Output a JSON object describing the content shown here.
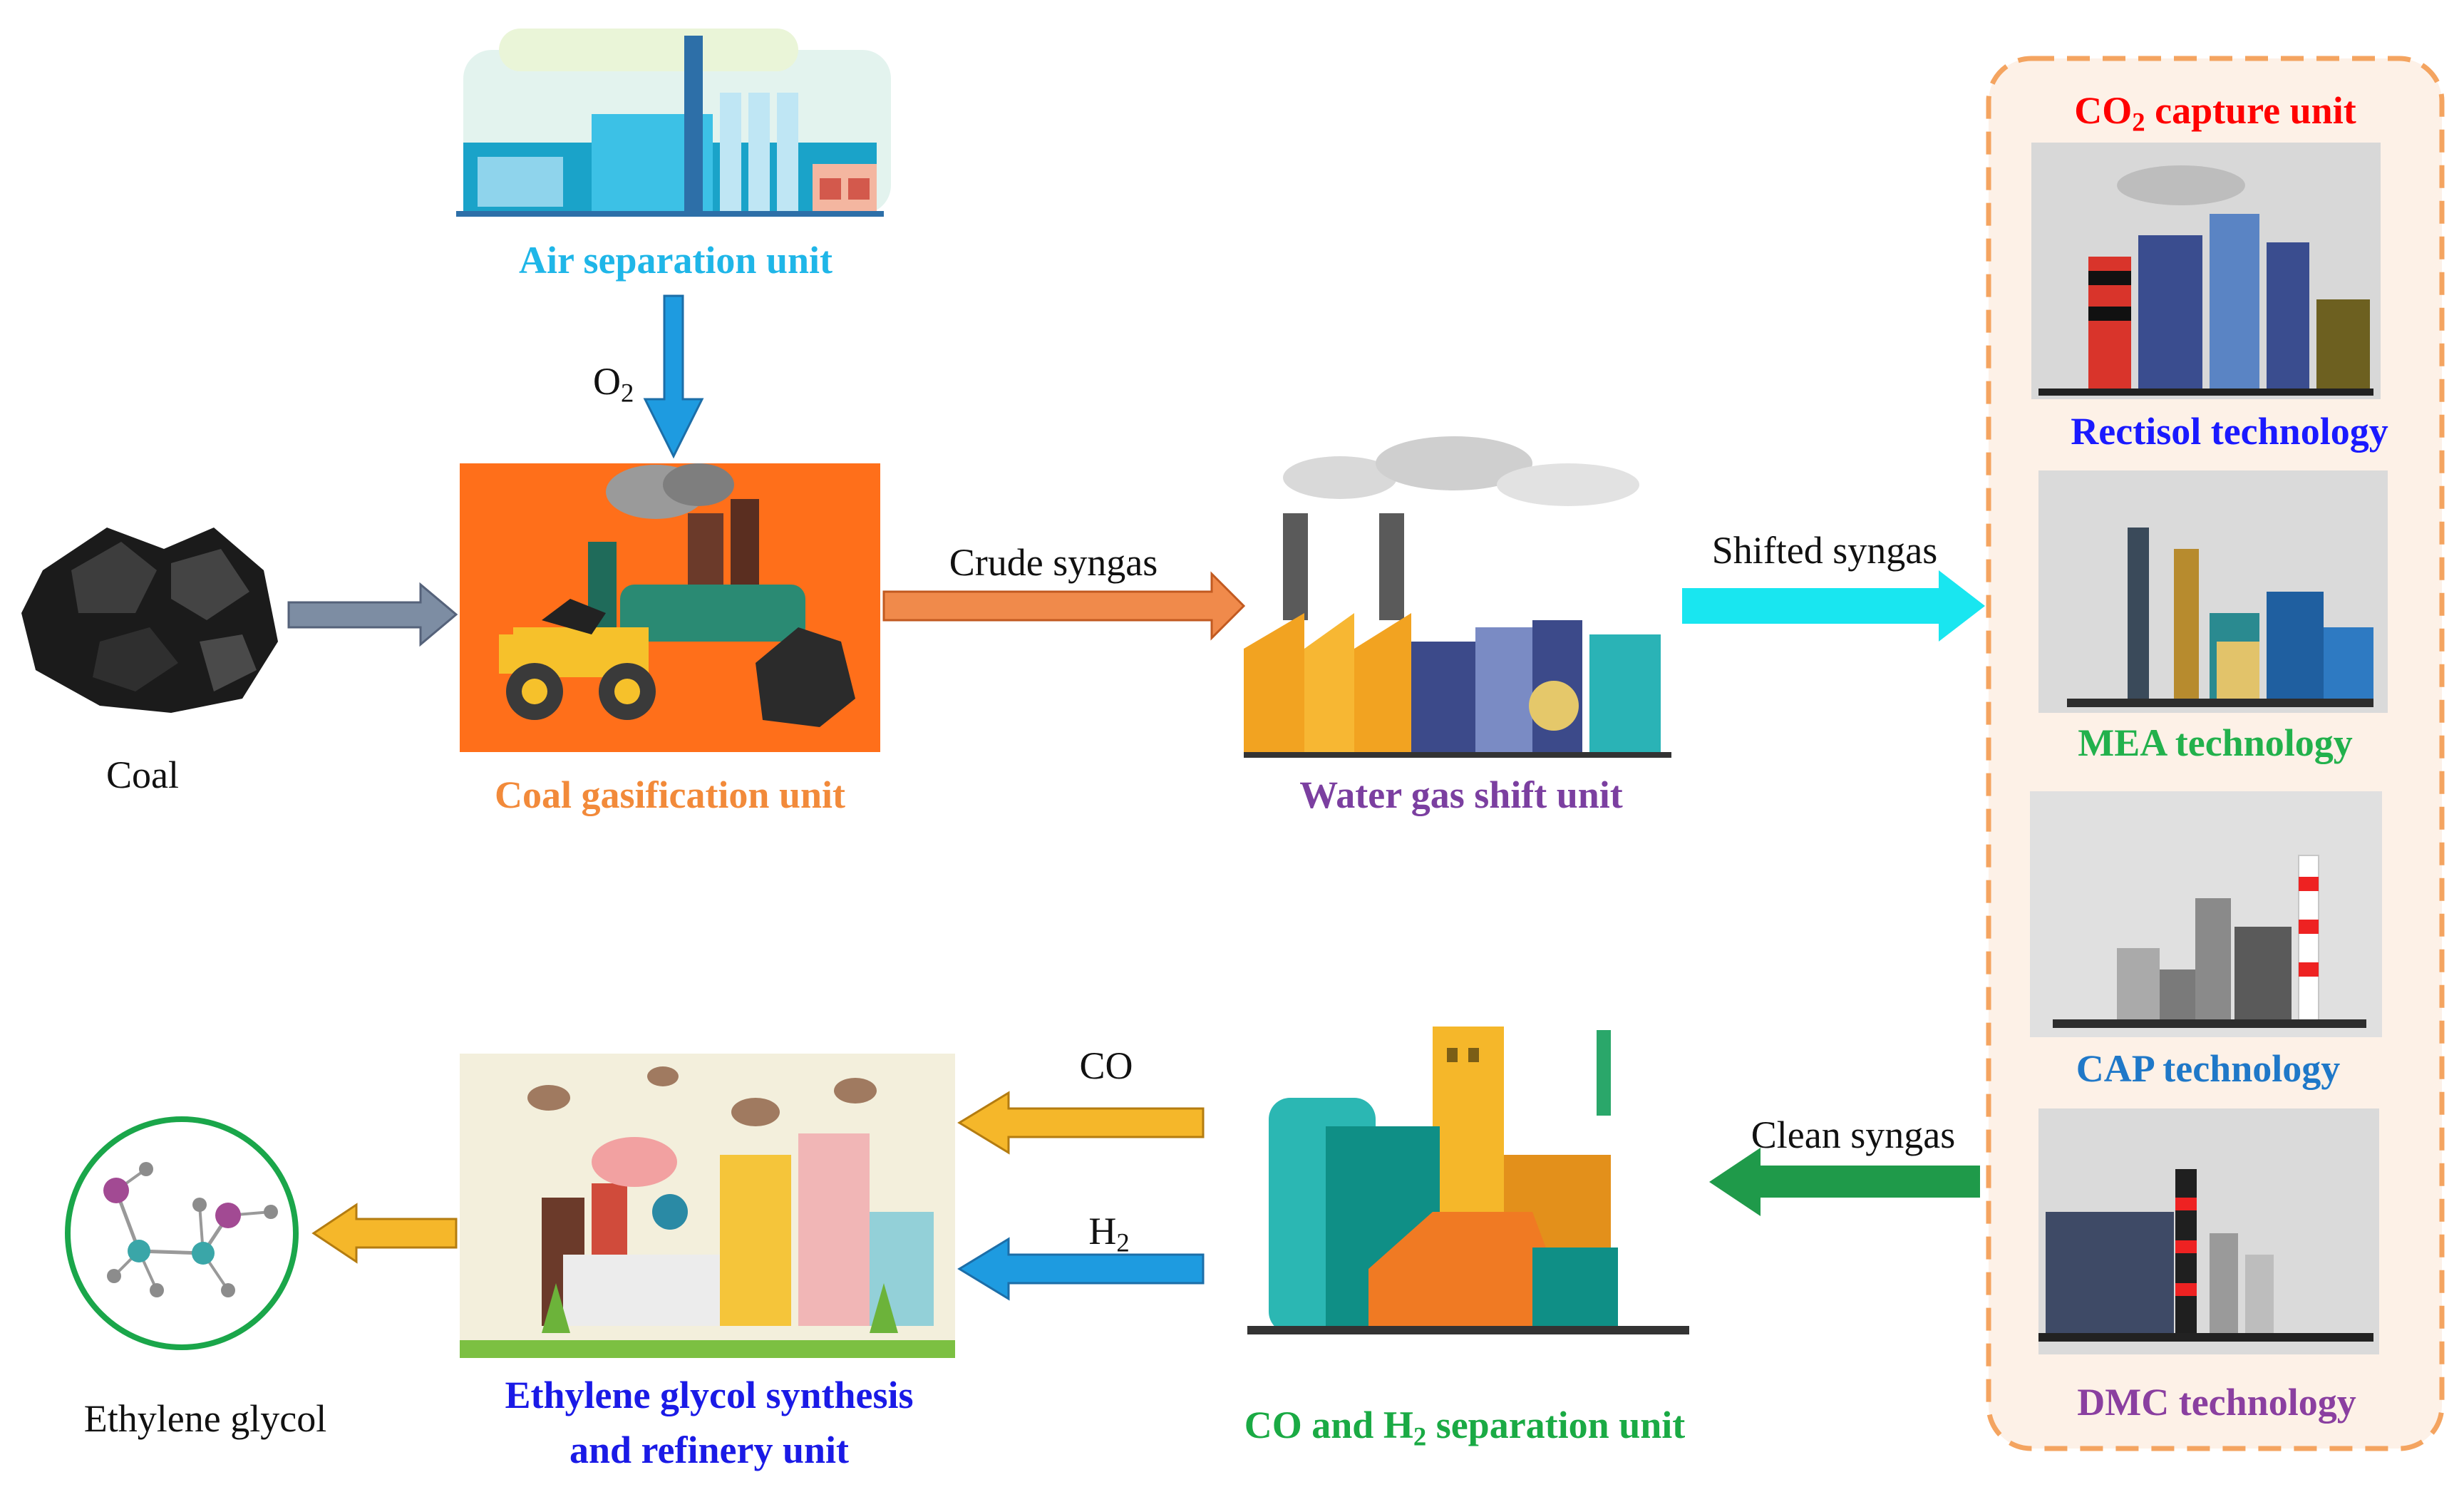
{
  "colors": {
    "air": "#1fb6e8",
    "gasification": "#f28a3a",
    "shift": "#7b3fa0",
    "capture_title": "#ff0000",
    "rectisol": "#1a1aff",
    "mea": "#22b14c",
    "cap": "#1f78c8",
    "dmc": "#8a3fa0",
    "separation": "#1aaa44",
    "eg_unit": "#1a1ae6",
    "dashed_border": "#f4a460",
    "capture_panel_fill": "#fdf1e7",
    "gray_arrow": "#7d8da3",
    "orange_arrow": "#f08a4b",
    "cyan_arrow": "#19e6f0",
    "green_arrow": "#1f9a4a",
    "yellow_arrow": "#f5b72a",
    "blue_arrow": "#1e9be0"
  },
  "units": {
    "air_separation": "Air separation unit",
    "coal_gasification": "Coal gasification unit",
    "water_gas_shift": "Water gas shift unit",
    "co2_capture": {
      "prefix": "CO",
      "sub": "2",
      "suffix": " capture unit"
    },
    "rectisol": "Rectisol technology",
    "mea": "MEA technology",
    "cap": "CAP technology",
    "dmc": "DMC technology",
    "separation": {
      "prefix": "CO and H",
      "sub": "2",
      "suffix": " separation unit"
    },
    "eg_line1": "Ethylene glycol synthesis",
    "eg_line2": "and refinery unit"
  },
  "materials": {
    "coal": "Coal",
    "ethylene_glycol": "Ethylene glycol"
  },
  "streams": {
    "o2": {
      "prefix": "O",
      "sub": "2"
    },
    "crude_syngas": "Crude syngas",
    "shifted_syngas": "Shifted syngas",
    "clean_syngas": "Clean syngas",
    "co": "CO",
    "h2": {
      "prefix": "H",
      "sub": "2"
    }
  },
  "icons": [
    "air-separation-plant-icon",
    "coal-icon",
    "coal-gasification-icon",
    "water-gas-shift-plant-icon",
    "rectisol-plant-icon",
    "mea-plant-icon",
    "cap-plant-icon",
    "dmc-plant-icon",
    "separation-plant-icon",
    "eg-refinery-icon",
    "ethylene-glycol-molecule-icon"
  ]
}
